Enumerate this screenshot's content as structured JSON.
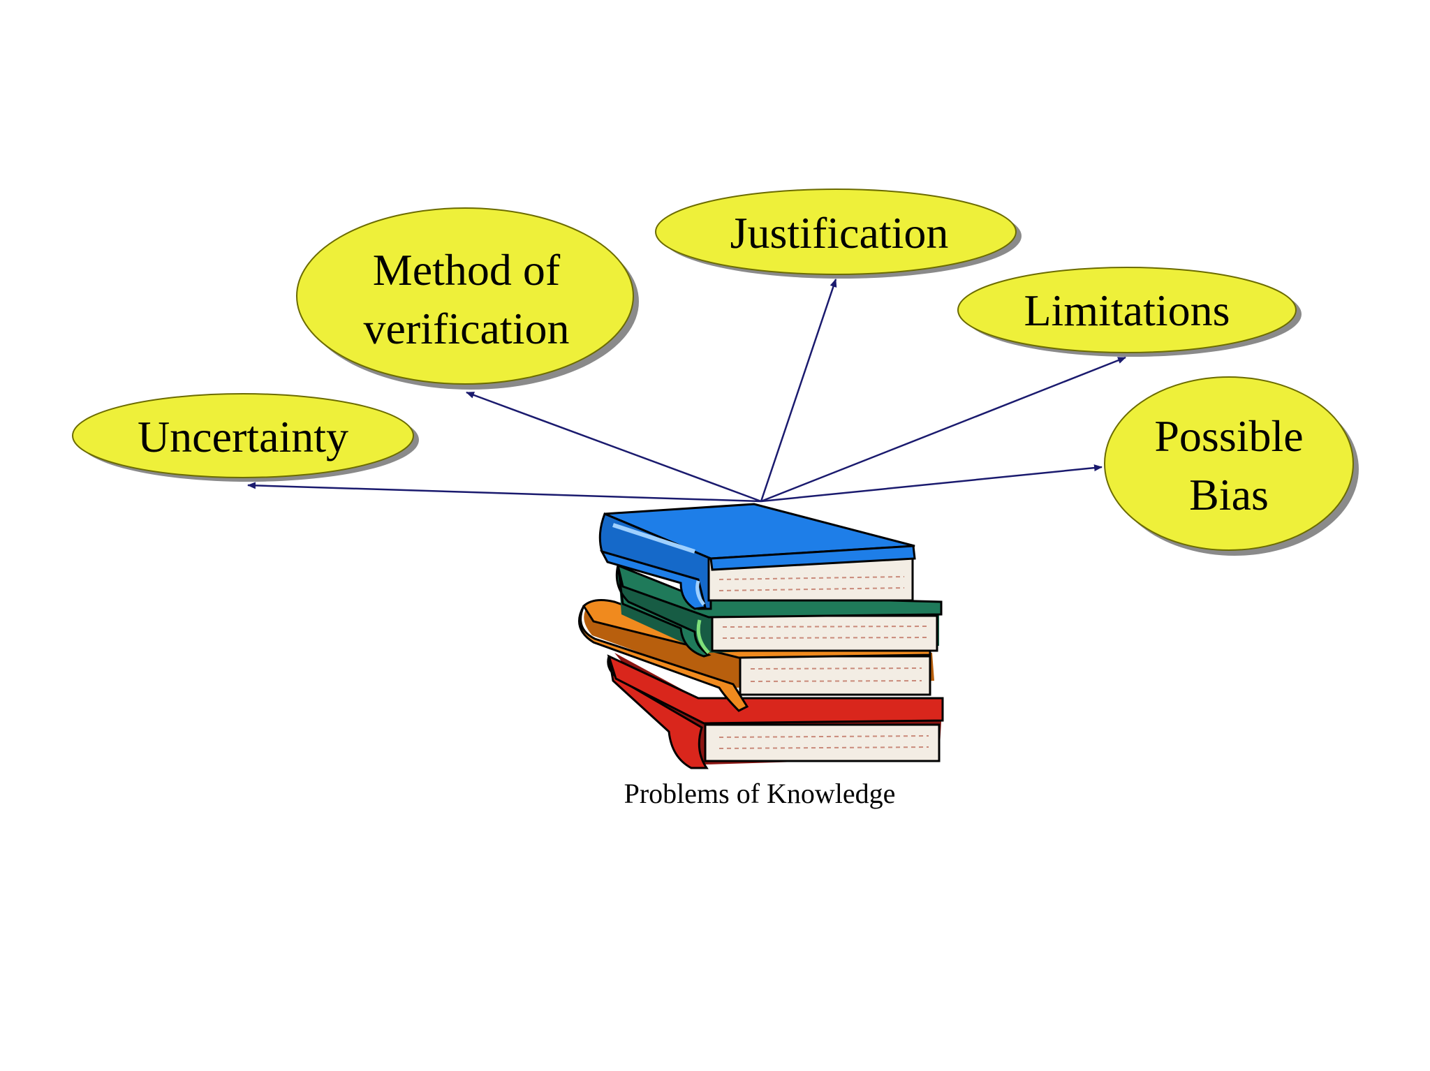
{
  "diagram": {
    "center_label": "Problems of Knowledge",
    "nodes": [
      {
        "id": "uncertainty",
        "lines": [
          "Uncertainty"
        ]
      },
      {
        "id": "method",
        "lines": [
          "Method of",
          "verification"
        ]
      },
      {
        "id": "justification",
        "lines": [
          "Justification"
        ]
      },
      {
        "id": "limitations",
        "lines": [
          "Limitations"
        ]
      },
      {
        "id": "bias",
        "lines": [
          "Possible",
          "Bias"
        ]
      }
    ]
  },
  "colors": {
    "bubble_fill": "#eef03a",
    "bubble_stroke": "#6b6b00",
    "bubble_shadow": "#8a8a8a",
    "arrow": "#1a1a6e",
    "book_blue": "#1e7ee8",
    "book_green": "#1f7a5a",
    "book_orange": "#f08a1e",
    "book_red": "#d9261c",
    "pages": "#f3ede4"
  }
}
